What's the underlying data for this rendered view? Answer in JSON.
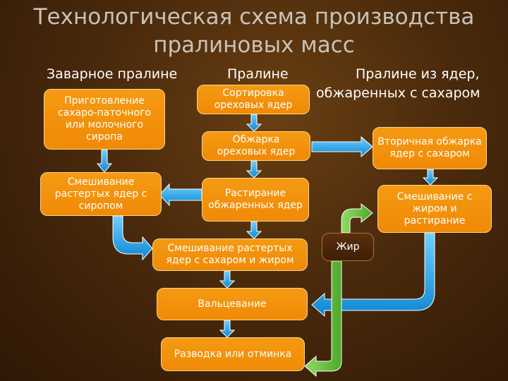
{
  "title": "Технологическая схема производства пралиновых масс",
  "columns": {
    "col1": "Заварное пралине",
    "col2": "Пралине",
    "col3_line1": "Пралине из ядер,",
    "col3_line2": "обжаренных с сахаром"
  },
  "steps": {
    "syrup": "Приготовление сахаро-паточного или молочного сиропа",
    "mix_syrup": "Смешивание растертых ядер с сиропом",
    "sort": "Сортировка ореховых ядер",
    "roast": "Обжарка ореховых ядер",
    "grind": "Растирание обжаренных ядер",
    "mix_sugar_fat": "Смешивание растертых ядер с сахаром и жиром",
    "rolling": "Вальцевание",
    "forming": "Разводка или отминка",
    "second_roast": "Вторичная обжарка ядер с сахаром",
    "mix_fat_grind": "Смешивание с жиром и растирание",
    "fat": "Жир"
  },
  "colors": {
    "box_fill": "#f08a06",
    "box_border": "#fbd58a",
    "arrow_fill": "#1aa3ec",
    "fat_arrow_fill": "#6fc24a",
    "title_text": "#c8c2b8"
  }
}
